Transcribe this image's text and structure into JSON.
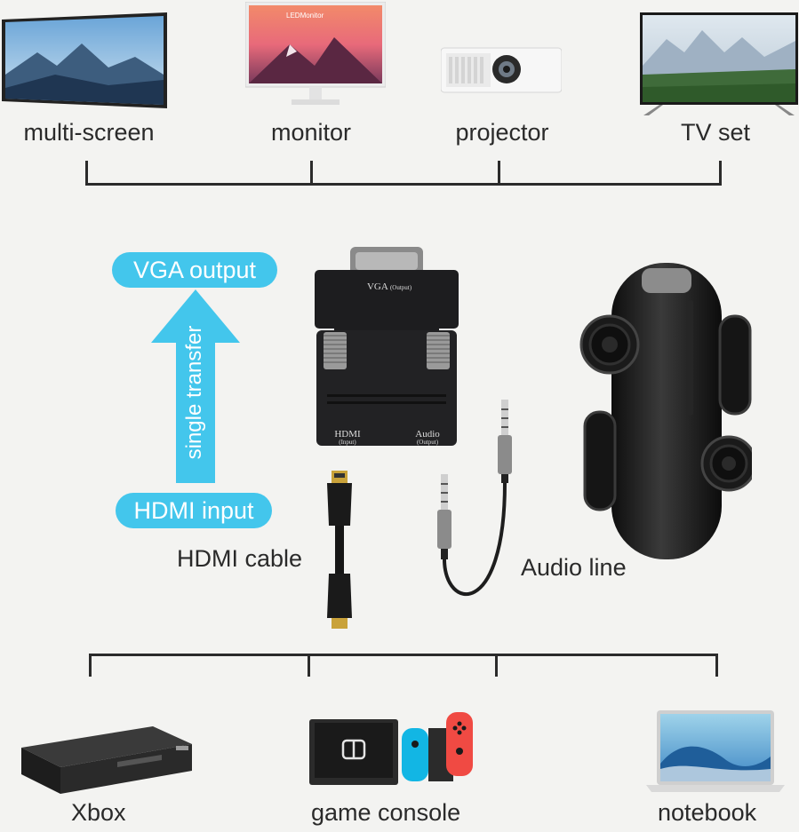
{
  "top_devices": [
    {
      "label": "multi-screen",
      "icon": "multi-screen-icon"
    },
    {
      "label": "monitor",
      "icon": "monitor-icon",
      "screen_text": "LEDMonitor"
    },
    {
      "label": "projector",
      "icon": "projector-icon"
    },
    {
      "label": "TV set",
      "icon": "tv-icon"
    }
  ],
  "badges": {
    "output": "VGA output",
    "transfer": "single transfer",
    "input": "HDMI input"
  },
  "adapter": {
    "vga_label": "VGA",
    "vga_sub": "(Output)",
    "hdmi_label": "HDMI",
    "hdmi_sub": "(Input)",
    "audio_label": "Audio",
    "audio_sub": "(Output)"
  },
  "accessories": {
    "hdmi_cable": "HDMI cable",
    "audio_line": "Audio line"
  },
  "bottom_devices": [
    {
      "label": "Xbox",
      "icon": "xbox-console-icon"
    },
    {
      "label": "game console",
      "icon": "game-console-icon"
    },
    {
      "label": "notebook",
      "icon": "notebook-icon"
    }
  ],
  "colors": {
    "accent": "#43c6ec",
    "background": "#f3f3f1",
    "line": "#2b2b2b"
  }
}
